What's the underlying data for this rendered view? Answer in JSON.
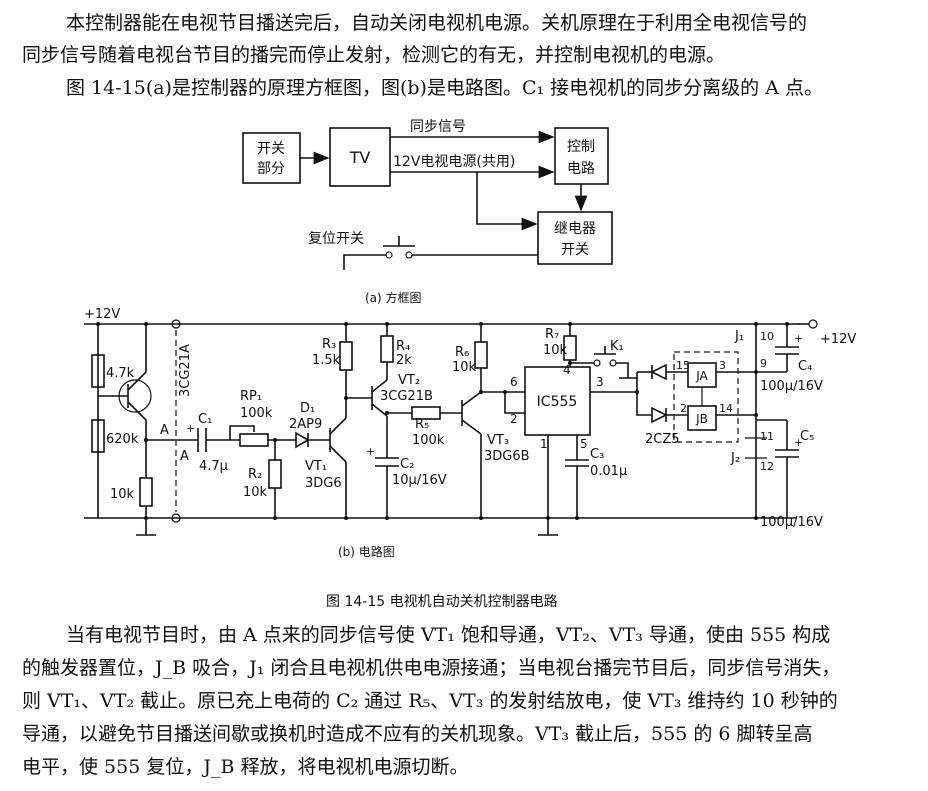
{
  "intro_lines": [
    "本控制器能在电视节目播送完后，自动关闭电视机电源。关机原理在于利用全电视信号的",
    "同步信号随着电视台节目的播完而停止发射，检测它的有无，并控制电视机的电源。",
    "图 14-15(a)是控制器的原理方框图，图(b)是电路图。C₁ 接电视机的同步分离级的 A 点。"
  ],
  "block_diagram": {
    "switch_block": [
      "开关",
      "部分"
    ],
    "tv_block": "TV",
    "sync_label": "同步信号",
    "power_label": "12V电视电源(共用)",
    "control_block": [
      "控制",
      "电路"
    ],
    "relay_block": [
      "继电器",
      "开关"
    ],
    "reset_label": "复位开关",
    "caption": "(a) 方框图"
  },
  "circuit": {
    "labels": {
      "vplus_left": "+12V",
      "vplus_right": "+12V",
      "r_top": "4.7k",
      "r_mid": "620k",
      "r_bot": "10k",
      "q_left": "3CG21A",
      "c1": "C₁",
      "c1_val": "4.7μ",
      "node_a_top": "A",
      "node_a_bot": "A",
      "rp1": "RP₁",
      "rp1_val": "100k",
      "r2": "R₂",
      "r2_val": "10k",
      "d1": "D₁",
      "d1_type": "2AP9",
      "vt1": "VT₁",
      "vt1_type": "3DG6",
      "r3": "R₃",
      "r3_val": "1.5k",
      "r4": "R₄",
      "r4_val": "2k",
      "vt2": "VT₂",
      "vt2_type": "3CG21B",
      "r5": "R₅",
      "r5_val": "100k",
      "c2": "C₂",
      "c2_val": "10μ/16V",
      "r6": "R₆",
      "r6_val": "10k",
      "vt3": "VT₃",
      "vt3_type": "3DG6B",
      "r7": "R₇",
      "r7_val": "10k",
      "k1": "K₁",
      "ic": "IC555",
      "pin6": "6",
      "pin2": "2",
      "pin4": "4",
      "pin3": "3",
      "pin1": "1",
      "pin5": "5",
      "c3": "C₃",
      "c3_val": "0.01μ",
      "diodes": "2CZ5",
      "ja": "JA",
      "jb": "JB",
      "j1": "J₁",
      "j2": "J₂",
      "n10": "10",
      "n9": "9",
      "n15": "15",
      "n3": "3",
      "n2": "2",
      "n14": "14",
      "n11": "11",
      "n12": "12",
      "c4": "C₄",
      "c4_val": "100μ/16V",
      "c5": "C₅",
      "c5_val": "100μ/16V"
    },
    "caption": "(b) 电路图"
  },
  "figure_caption": "图 14-15   电视机自动关机控制器电路",
  "body_lines": [
    "当有电视节目时，由 A 点来的同步信号使 VT₁ 饱和导通，VT₂、VT₃ 导通，使由 555 构成",
    "的触发器置位，J_B 吸合，J₁ 闭合且电视机供电电源接通；当电视台播完节目后，同步信号消失，",
    "则 VT₁、VT₂ 截止。原已充上电荷的 C₂ 通过 R₅、VT₃ 的发射结放电，使 VT₃ 维持约 10 秒钟的",
    "导通，以避免节目播送间歇或换机时造成不应有的关机现象。VT₃ 截止后，555 的 6 脚转呈高",
    "电平，使 555 复位，J_B 释放，将电视机电源切断。"
  ]
}
